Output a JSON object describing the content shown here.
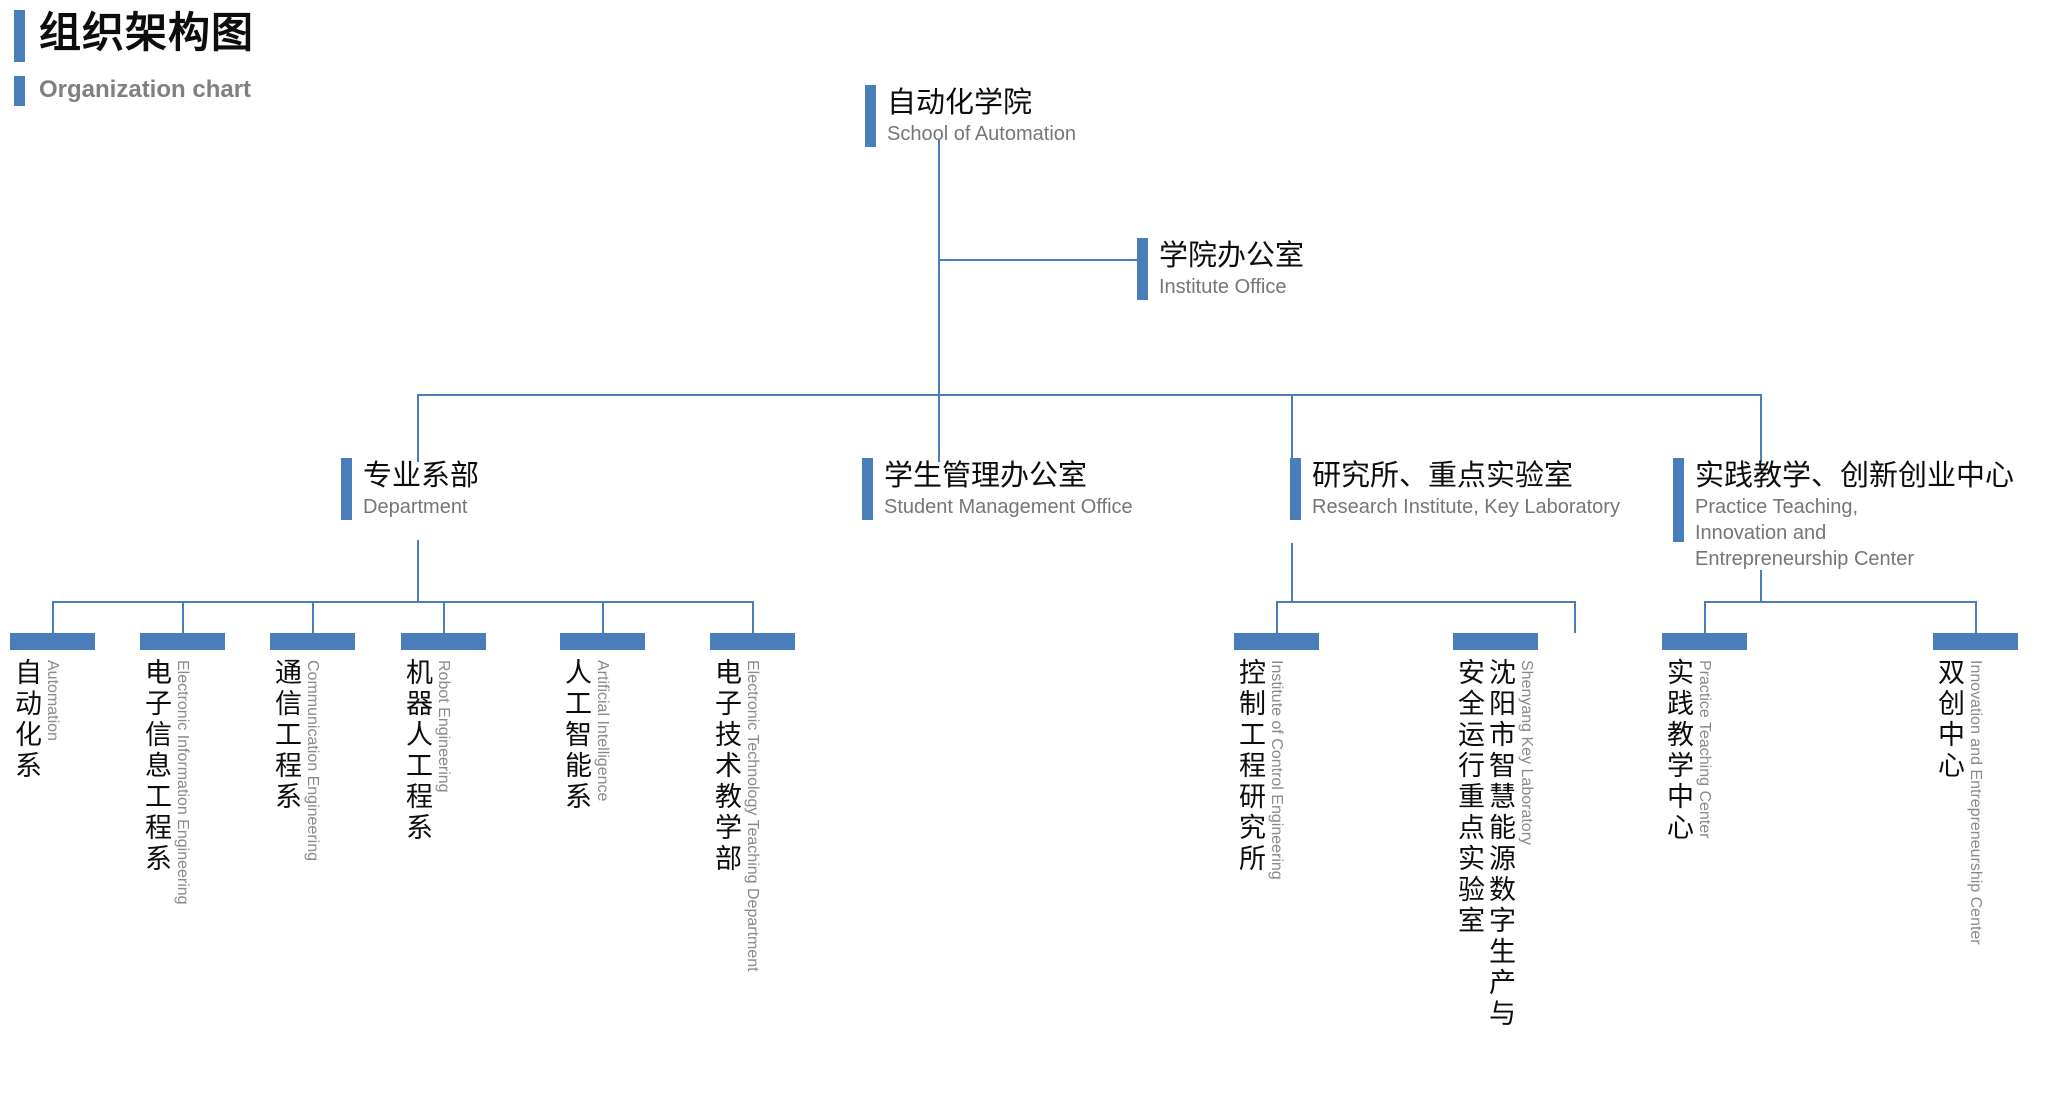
{
  "header": {
    "title_cn": "组织架构图",
    "title_en": "Organization chart"
  },
  "colors": {
    "accent": "#4a7ebb",
    "title": "#0d0d0d",
    "subtitle": "#808080",
    "english_label": "#767676",
    "background": "#ffffff"
  },
  "tree": {
    "root": {
      "cn": "自动化学院",
      "en": "School of Automation"
    },
    "office": {
      "cn": "学院办公室",
      "en": "Institute Office"
    },
    "branches": [
      {
        "cn": "专业系部",
        "en": "Department",
        "leaves": [
          {
            "cn": "自动化系",
            "en": "Automation"
          },
          {
            "cn": "电子信息工程系",
            "en": "Electronic Information Engineering"
          },
          {
            "cn": "通信工程系",
            "en": "Communication Engineering"
          },
          {
            "cn": "机器人工程系",
            "en": "Robot Engineering"
          },
          {
            "cn": "人工智能系",
            "en": "Artificial Intelligence"
          },
          {
            "cn": "电子技术教学部",
            "en": "Electronic Technology Teaching Department"
          }
        ]
      },
      {
        "cn": "学生管理办公室",
        "en": "Student Management Office",
        "leaves": []
      },
      {
        "cn": "研究所、重点实验室",
        "en": "Research Institute, Key Laboratory",
        "leaves": [
          {
            "cn": "控制工程研究所",
            "en": "Institute of Control Engineering"
          },
          {
            "cn": "沈阳市智慧能源数字生产与安全运行重点实验室",
            "en": "Shenyang Key Laboratory"
          }
        ]
      },
      {
        "cn": "实践教学、创新创业中心",
        "en": "Practice Teaching, Innovation and Entrepreneurship Center",
        "leaves": [
          {
            "cn": "实践教学中心",
            "en": "Practice Teaching Center"
          },
          {
            "cn": "双创中心",
            "en": "Innovation and Entrepreneurship Center"
          }
        ]
      }
    ]
  }
}
